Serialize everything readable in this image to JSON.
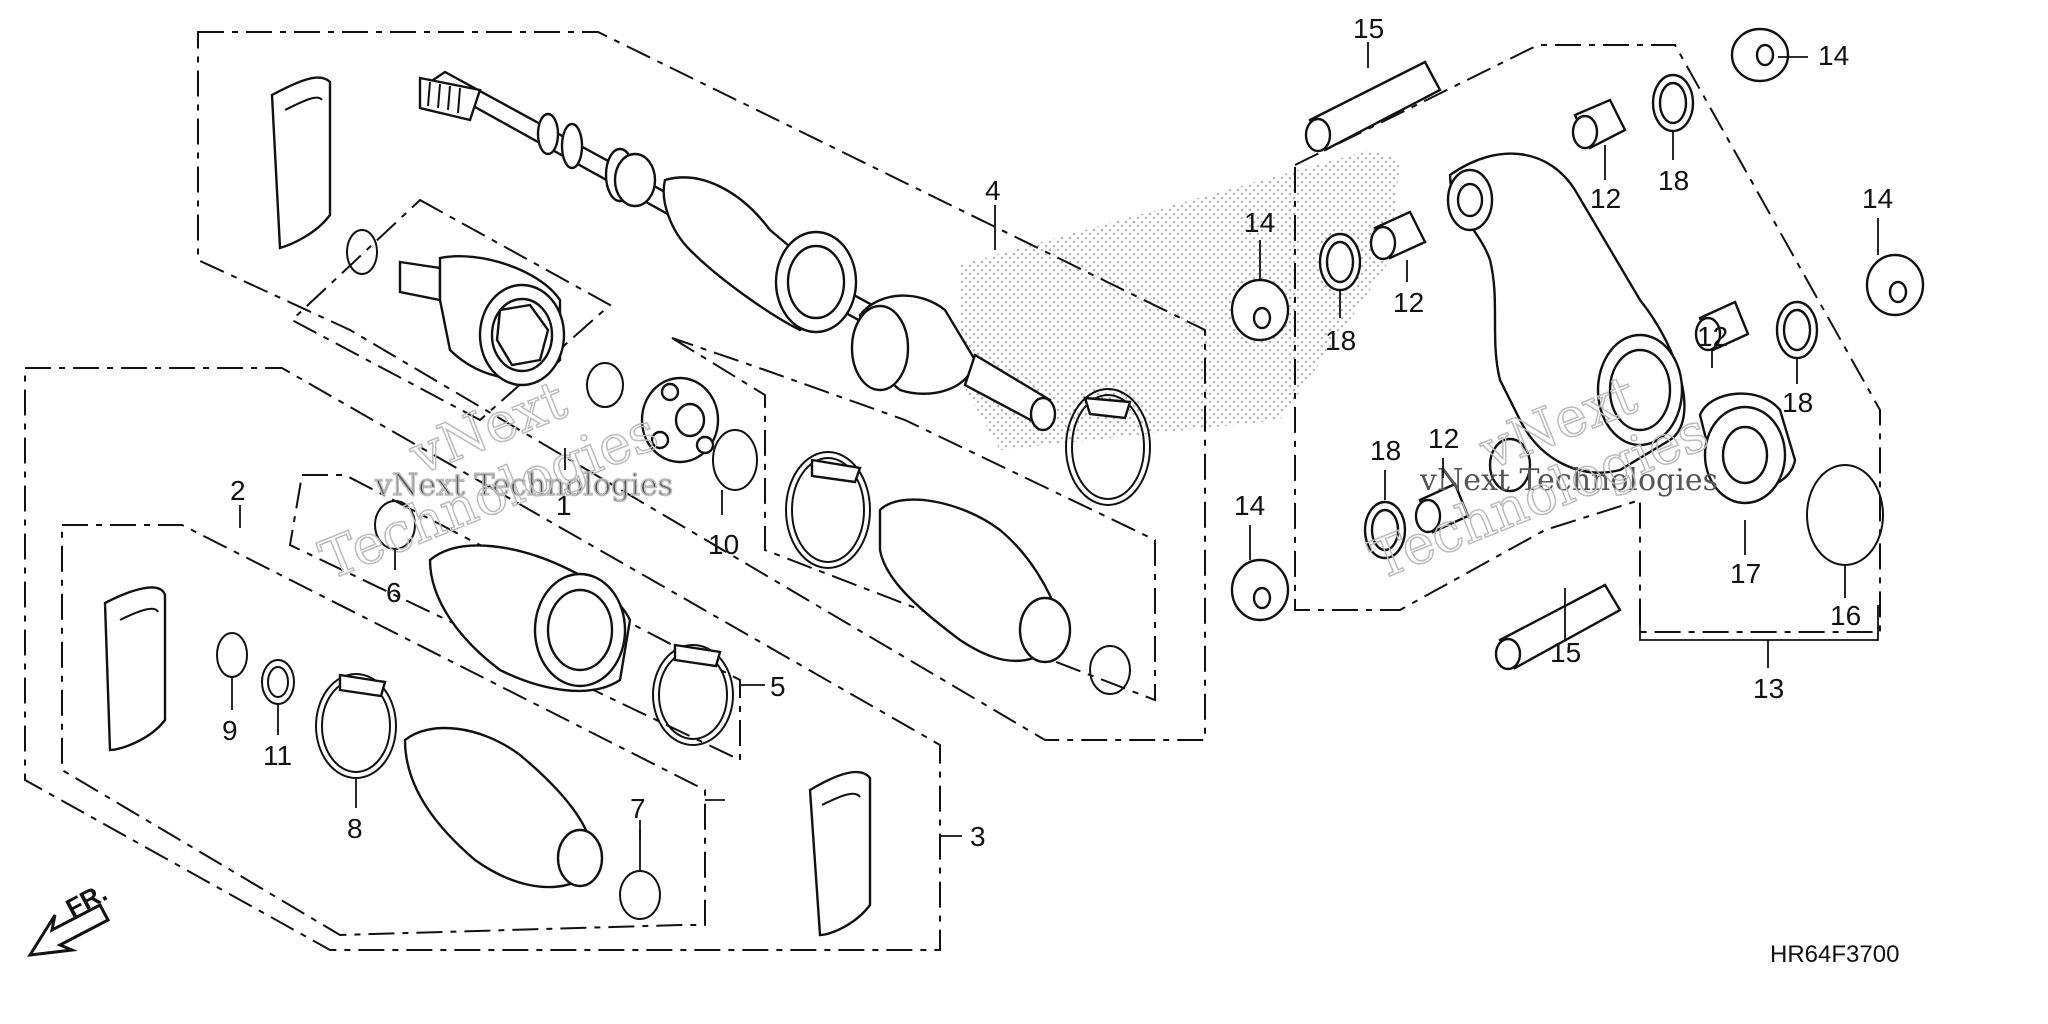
{
  "diagram": {
    "code": "HR64F3700",
    "front_label": "FR.",
    "watermark": {
      "line1": "vNext Technologies",
      "line2": "vNext",
      "line3": "Technologies"
    },
    "callouts": [
      {
        "id": "c1",
        "text": "1"
      },
      {
        "id": "c2",
        "text": "2"
      },
      {
        "id": "c3",
        "text": "3"
      },
      {
        "id": "c4",
        "text": "4"
      },
      {
        "id": "c5",
        "text": "5"
      },
      {
        "id": "c6",
        "text": "6"
      },
      {
        "id": "c7",
        "text": "7"
      },
      {
        "id": "c8",
        "text": "8"
      },
      {
        "id": "c9",
        "text": "9"
      },
      {
        "id": "c10",
        "text": "10"
      },
      {
        "id": "c11",
        "text": "11"
      },
      {
        "id": "c12a",
        "text": "12"
      },
      {
        "id": "c12b",
        "text": "12"
      },
      {
        "id": "c12c",
        "text": "12"
      },
      {
        "id": "c12d",
        "text": "12"
      },
      {
        "id": "c13",
        "text": "13"
      },
      {
        "id": "c14a",
        "text": "14"
      },
      {
        "id": "c14b",
        "text": "14"
      },
      {
        "id": "c14c",
        "text": "14"
      },
      {
        "id": "c14d",
        "text": "14"
      },
      {
        "id": "c15a",
        "text": "15"
      },
      {
        "id": "c15b",
        "text": "15"
      },
      {
        "id": "c16",
        "text": "16"
      },
      {
        "id": "c17",
        "text": "17"
      },
      {
        "id": "c18a",
        "text": "18"
      },
      {
        "id": "c18b",
        "text": "18"
      },
      {
        "id": "c18c",
        "text": "18"
      },
      {
        "id": "c18d",
        "text": "18"
      }
    ]
  }
}
